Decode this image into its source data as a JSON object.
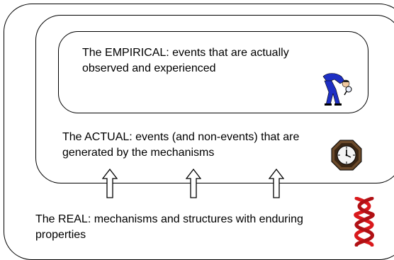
{
  "layers": {
    "empirical": "The EMPIRICAL: events that are actually observed and experienced",
    "actual": "The ACTUAL: events (and non-events) that are generated by the mechanisms",
    "real": "The REAL: mechanisms and structures with enduring properties"
  },
  "icons": {
    "observer": "person-looking-through-magnifier-icon",
    "clock": "clock-icon",
    "helix": "dna-helix-icon"
  },
  "colors": {
    "observer_blue": "#1e2fc4",
    "helix_red": "#d9191c",
    "clock_frame": "#6b4a2b"
  }
}
